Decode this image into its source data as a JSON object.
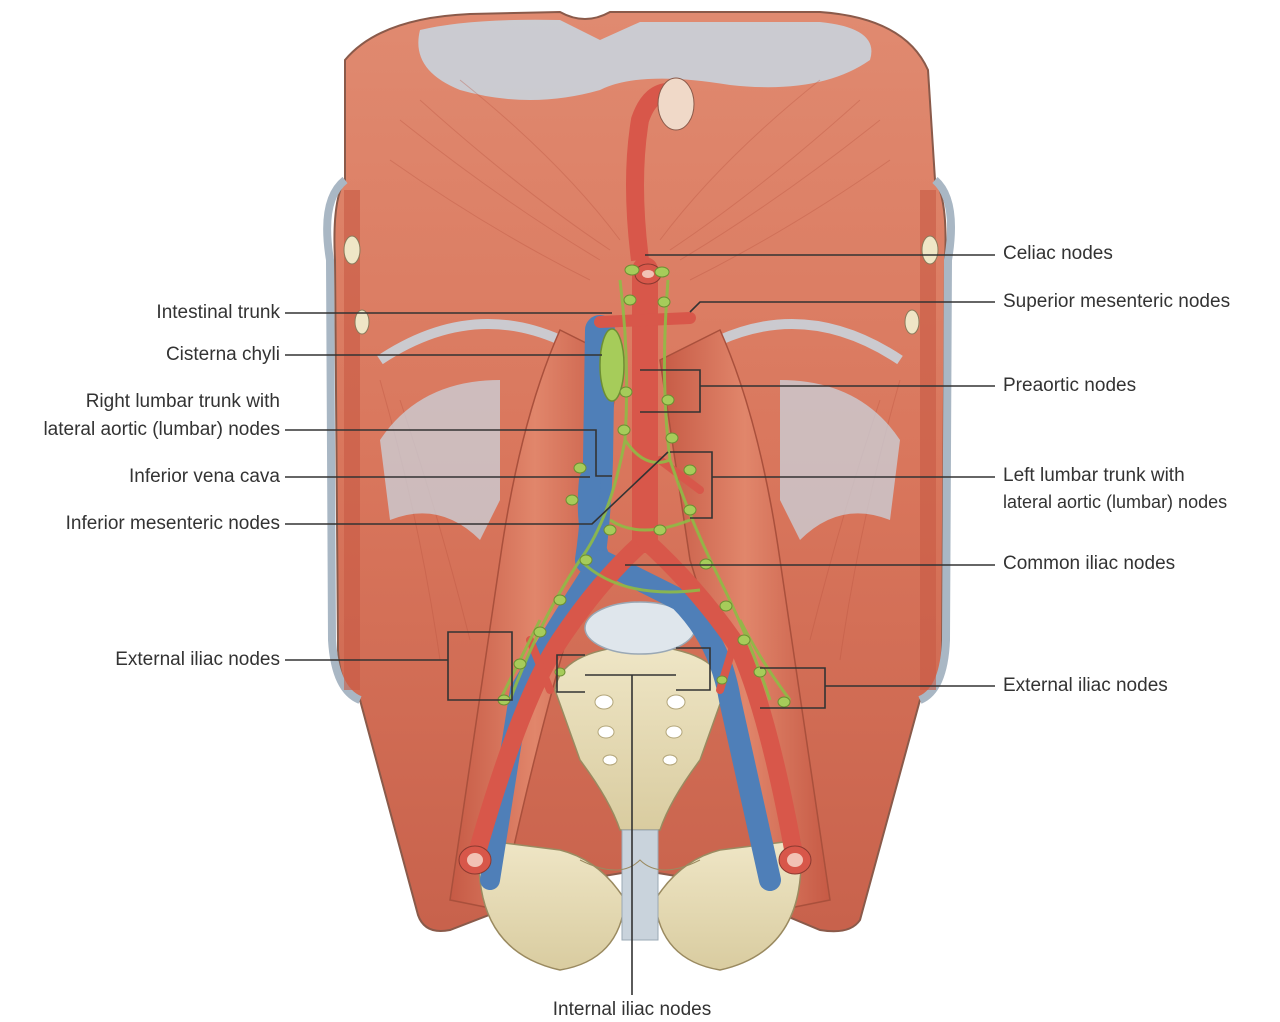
{
  "labels": {
    "celiac_nodes": "Celiac nodes",
    "superior_mesenteric_nodes": "Superior mesenteric nodes",
    "intestinal_trunk": "Intestinal trunk",
    "cisterna_chyli": "Cisterna chyli",
    "preaortic_nodes": "Preaortic nodes",
    "right_lumbar_line1": "Right lumbar trunk with",
    "right_lumbar_line2": "lateral aortic (lumbar) nodes",
    "inferior_vena_cava": "Inferior vena cava",
    "left_lumbar_line1": "Left lumbar trunk with",
    "left_lumbar_line2": "lateral aortic (lumbar) nodes",
    "inferior_mesenteric_nodes": "Inferior mesenteric nodes",
    "common_iliac_nodes": "Common iliac nodes",
    "external_iliac_nodes_left": "External iliac nodes",
    "external_iliac_nodes_right": "External iliac nodes",
    "internal_iliac_nodes": "Internal iliac nodes"
  },
  "colors": {
    "muscle": "#d9765c",
    "muscle_dark": "#b9533f",
    "fascia": "#c9d3dc",
    "artery": "#d8574a",
    "vein": "#4f7fb8",
    "lymph": "#a6cc5a",
    "bone": "#e9dfb8",
    "leader": "#333333"
  }
}
